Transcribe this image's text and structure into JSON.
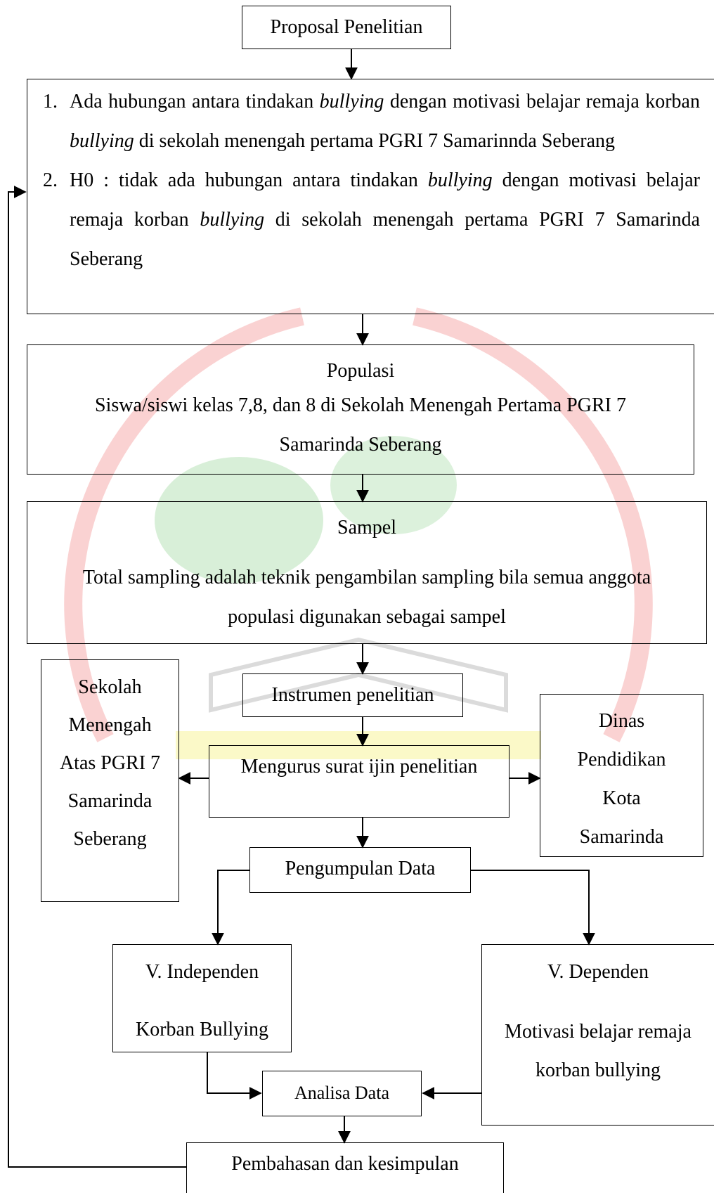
{
  "watermark": {
    "colors": {
      "red": "#f07f7f",
      "green": "#a8dca8",
      "yellow": "#f8f49a",
      "grey": "#b0b0b0"
    }
  },
  "nodes": {
    "proposal": "Proposal Penelitian",
    "hypothesis": {
      "items": [
        {
          "num": "1.",
          "parts": [
            "Ada hubungan antara tindakan ",
            "bullying",
            " dengan motivasi belajar remaja korban ",
            "bullying",
            " di sekolah menengah pertama PGRI 7 Samarinnda Seberang"
          ]
        },
        {
          "num": "2.",
          "parts": [
            "H0 : tidak ada hubungan antara tindakan ",
            "bullying",
            " dengan motivasi belajar remaja korban ",
            "bullying",
            " di sekolah menengah pertama PGRI 7 Samarinda Seberang"
          ]
        }
      ]
    },
    "populasi": {
      "title": "Populasi",
      "text": "Siswa/siswi kelas 7,8, dan 8 di Sekolah Menengah Pertama PGRI 7 Samarinda Seberang"
    },
    "sampel": {
      "title": "Sampel",
      "text": "Total sampling adalah teknik pengambilan sampling bila semua anggota populasi digunakan sebagai sampel"
    },
    "instrumen": "Instrumen penelitian",
    "ijin": "Mengurus surat ijin penelitian",
    "sma": "Sekolah Menengah Atas PGRI 7 Samarinda Seberang",
    "dinas": "Dinas Pendidikan Kota Samarinda",
    "pengumpulan": "Pengumpulan Data",
    "independen": {
      "title": "V. Independen",
      "text": "Korban Bullying"
    },
    "dependen": {
      "title": "V. Dependen",
      "text": "Motivasi belajar remaja korban bullying"
    },
    "analisa": "Analisa Data",
    "pembahasan": "Pembahasan dan kesimpulan"
  }
}
